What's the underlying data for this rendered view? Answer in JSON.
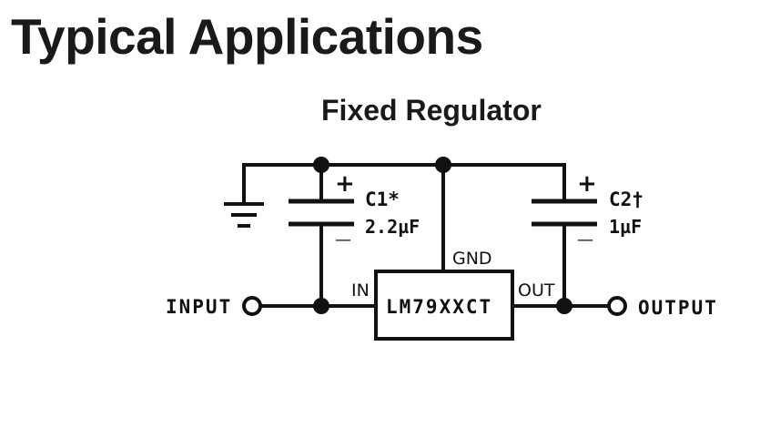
{
  "heading": "Typical Applications",
  "subheading": "Fixed Regulator",
  "diagram": {
    "input_label": "INPUT",
    "output_label": "OUTPUT",
    "ic_name": "LM79XXCT",
    "pin_in": "IN",
    "pin_out": "OUT",
    "pin_gnd": "GND",
    "c1_name": "C1*",
    "c1_value": "2.2µF",
    "c2_name": "C2†",
    "c2_value": "1µF",
    "plus_sign": "+",
    "minus_sign": "—"
  }
}
